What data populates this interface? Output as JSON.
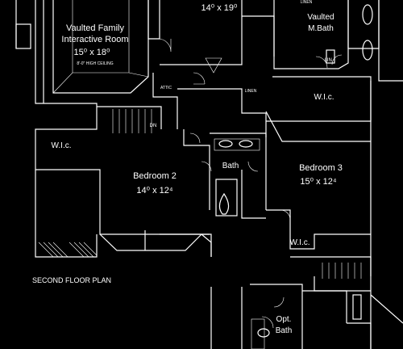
{
  "plan_title": "SECOND FLOOR PLAN",
  "rooms": {
    "family": {
      "name_1": "Vaulted Family",
      "name_2": "Interactive Room",
      "dims": "15⁰ x 18⁰",
      "note": "8'-0\" HIGH CEILING"
    },
    "top_room": {
      "dims": "14⁰ x 19⁰"
    },
    "master_bath": {
      "name_1": "Vaulted",
      "name_2": "M.Bath",
      "label": "LINEN"
    },
    "walkin_right": {
      "name": "W.I.c."
    },
    "walkin_left": {
      "name": "W.I.c."
    },
    "bedroom2": {
      "name": "Bedroom 2",
      "dims": "14⁰ x 12⁴"
    },
    "bedroom3": {
      "name": "Bedroom 3",
      "dims": "15⁰ x 12⁴"
    },
    "bath": {
      "name": "Bath"
    },
    "walkin_bottom": {
      "name": "W.I.c."
    },
    "opt_bath": {
      "name_1": "Opt.",
      "name_2": "Bath"
    },
    "lin_small": {
      "name": "LIN."
    },
    "stairs_down": {
      "name": "DN"
    },
    "linen_mid": {
      "name": "LINEN"
    },
    "attic": {
      "name": "ATTIC"
    }
  }
}
